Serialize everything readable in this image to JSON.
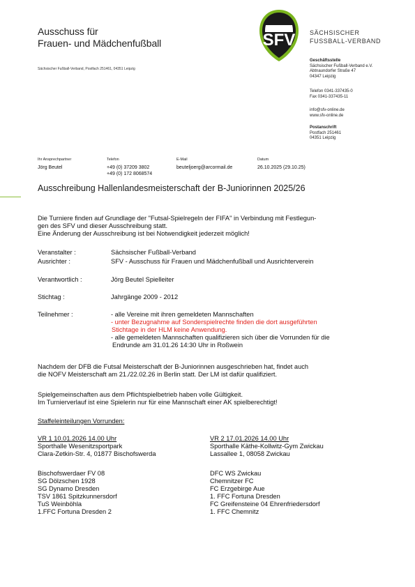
{
  "header": {
    "committee_line1": "Ausschuss für",
    "committee_line2": "Frauen- und Mädchenfußball",
    "sender_address": "Sächsischer Fußball-Verband, Postfach 251461, 04351 Leipzig",
    "logo_text": "SFV",
    "brand_line1": "SÄCHSISCHER",
    "brand_line2": "FUSSBALL-VERBAND",
    "logo_colors": {
      "green": "#7ab51d",
      "black": "#1a1a1a"
    }
  },
  "sidebar": {
    "office_heading": "Geschäftsstelle",
    "office_lines": [
      "Sächsischer Fußball-Verband e.V.",
      "Abtnaundorfer Straße 47",
      "04347 Leipzig"
    ],
    "phone": "Telefon 0341-337435-0",
    "fax": "Fax 0341-337435-11",
    "email": "info@sfv-online.de",
    "web": "www.sfv-online.de",
    "postbox_heading": "Postanschrift",
    "postbox_lines": [
      "Postfach 251461",
      "04351 Leipzig"
    ]
  },
  "contact": {
    "labels": {
      "person": "Ihr Ansprechpartner",
      "phone": "Telefon",
      "email": "E-Mail",
      "date": "Datum"
    },
    "person": "Jörg Beutel",
    "phone_lines": [
      "+49 (0) 37209 3802",
      "+49 (0) 172 8068574"
    ],
    "email": "beuteljoerg@arcormail.de",
    "date": "26.10.2025 (29.10.25)"
  },
  "title": "Ausschreibung Hallenlandesmeisterschaft der B-Juniorinnen 2025/26",
  "intro": [
    "Die Turniere finden auf Grundlage der \"Futsal-Spielregeln der FIFA\" in Verbindung mit Festlegun-",
    "gen des SFV und dieser Ausschreibung statt.",
    "Eine Änderung der Ausschreibung ist bei Notwendigkeit jederzeit möglich!"
  ],
  "details": {
    "organizer_label": "Veranstalter :",
    "organizer": "Sächsischer Fußball-Verband",
    "host_label": "Ausrichter :",
    "host": "SFV - Ausschuss für Frauen und Mädchenfußball  und Ausrichterverein",
    "responsible_label": "Verantwortlich :",
    "responsible": "Jörg Beutel Spielleiter",
    "cutoff_label": "Stichtag :",
    "cutoff": "Jahrgänge 2009 - 2012",
    "participants_label": "Teilnehmer :",
    "participants_1": "- alle Vereine mit ihren gemeldeten Mannschaften",
    "participants_2a": "- unter Bezugnahme auf Sonderspielrechte finden die dort ausgeführten",
    "participants_2b": "Stichtage in der HLM keine Anwendung.",
    "participants_3a": "- alle gemeldeten Mannschaften qualifizieren sich über die Vorrunden für die",
    "participants_3b": "Endrunde am  31.01.26 14:30 Uhr in Roßwein"
  },
  "notes": [
    "Nachdem der DFB die Futsal Meisterschaft der B-Juniorinnen ausgeschrieben hat, findet auch",
    "die NOFV Meisterschaft am 21./22.02.26 in Berlin statt. Der LM ist dafür qualifiziert."
  ],
  "notes2": [
    "Spielgemeinschaften aus dem Pflichtspielbetrieb haben volle Gültigkeit.",
    "Im Turnierverlauf ist eine Spielerin nur für eine Mannschaft einer AK spielberechtigt!"
  ],
  "groups_heading": "Staffeleinteilungen Vorrunden:",
  "groups": [
    {
      "title": "VR 1  10.01.2026  14.00 Uhr",
      "venue": "Sporthalle Wesenitzsportpark",
      "address": "Clara-Zetkin-Str. 4, 01877 Bischofswerda",
      "teams": [
        "Bischofswerdaer FV 08",
        "SG Dölzschen 1928",
        "SG Dynamo Dresden",
        "TSV 1861 Spitzkunnersdorf",
        "TuS Weinböhla",
        "1.FFC Fortuna Dresden 2"
      ]
    },
    {
      "title": "VR 2  17.01.2026  14.00 Uhr",
      "venue": "Sporthalle Käthe-Kollwitz-Gym Zwickau",
      "address": "Lassallee 1, 08058 Zwickau",
      "teams": [
        "DFC WS Zwickau",
        "Chemnitzer FC",
        "FC Erzgebirge Aue",
        "1. FFC Fortuna Dresden",
        "FC Greifensteine 04 Ehrenfriedersdorf",
        "1. FFC Chemnitz"
      ]
    }
  ]
}
